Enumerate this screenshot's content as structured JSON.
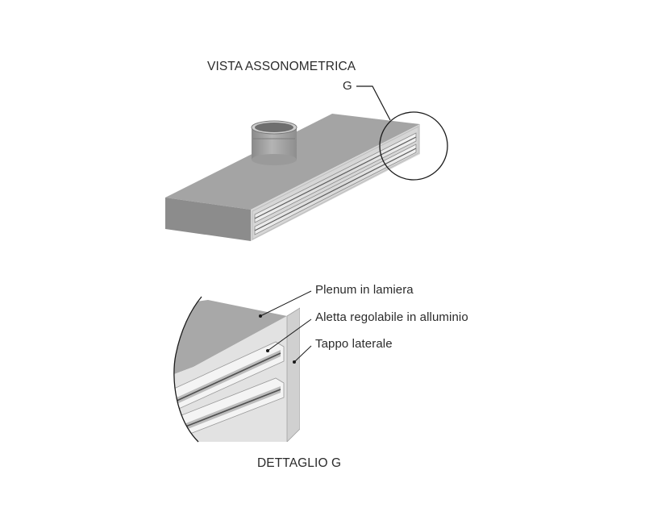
{
  "axonometric": {
    "title": "VISTA ASSONOMETRICA",
    "detail_marker": "G"
  },
  "detail": {
    "title": "DETTAGLIO G",
    "components": [
      {
        "label": "Plenum in lamiera"
      },
      {
        "label": "Aletta regolabile in alluminio"
      },
      {
        "label": "Tappo laterale"
      }
    ]
  },
  "colors": {
    "top_face": "#a4a4a4",
    "front_face": "#8f8f8f",
    "side_face": "#c8c8c8",
    "slot_face": "#e6e6e6",
    "outline": "#1a1a1a"
  }
}
